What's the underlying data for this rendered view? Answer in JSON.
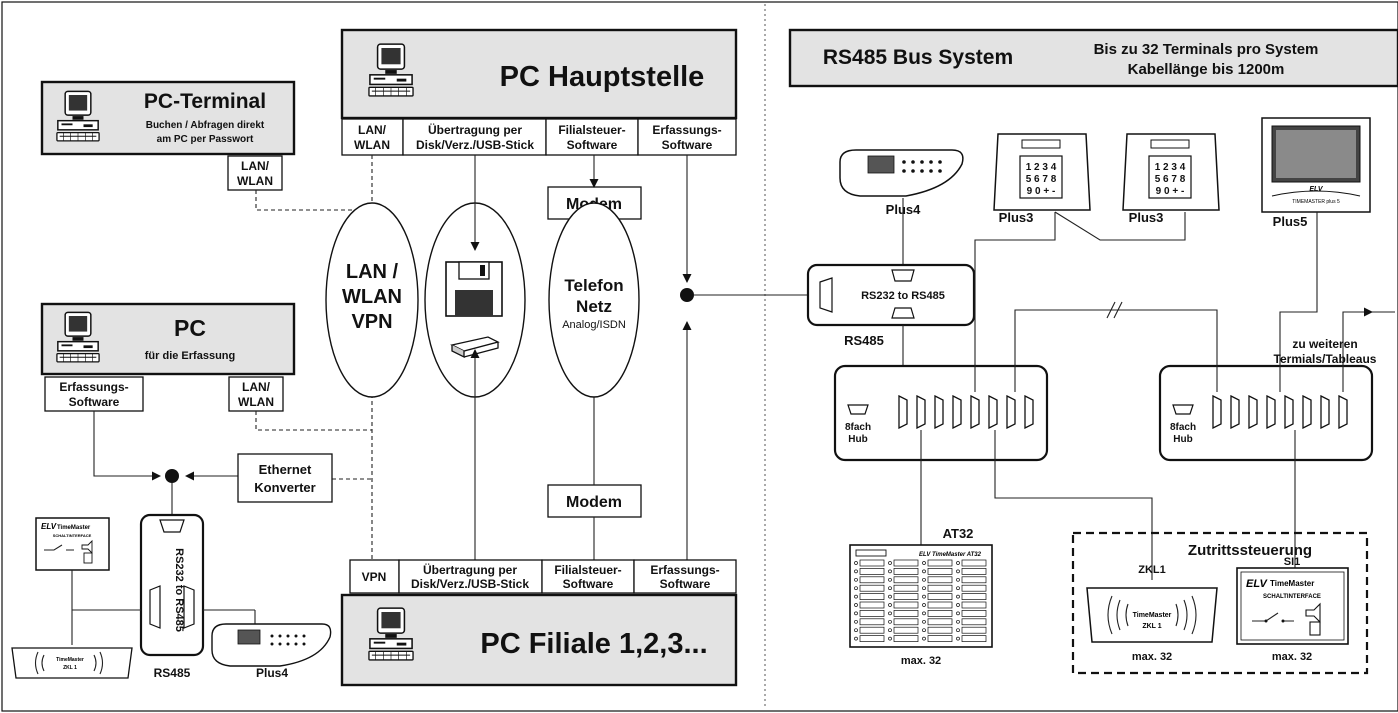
{
  "left": {
    "hauptstelle": {
      "title": "PC Hauptstelle",
      "cells": [
        [
          "LAN/",
          "WLAN"
        ],
        [
          "Übertragung per",
          "Disk/Verz./USB-Stick"
        ],
        [
          "Filialsteuer-",
          "Software"
        ],
        [
          "Erfassungs-",
          "Software"
        ]
      ]
    },
    "terminal": {
      "title": "PC-Terminal",
      "sub1": "Buchen / Abfragen direkt",
      "sub2": "am PC per Passwort",
      "lan": [
        "LAN/",
        "WLAN"
      ]
    },
    "pc_erfassung": {
      "title": "PC",
      "sub": "für die Erfassung",
      "left_cell": [
        "Erfassungs-",
        "Software"
      ],
      "right_cell": [
        "LAN/",
        "WLAN"
      ]
    },
    "modem_top": "Modem",
    "modem_bottom": "Modem",
    "ellipse_lan": [
      "LAN /",
      "WLAN",
      "VPN"
    ],
    "ellipse_tel": [
      "Telefon",
      "Netz",
      "Analog/ISDN"
    ],
    "ethernet": [
      "Ethernet",
      "Konverter"
    ],
    "filiale": {
      "title": "PC Filiale 1,2,3...",
      "cells": [
        [
          "VPN"
        ],
        [
          "Übertragung per",
          "Disk/Verz./USB-Stick"
        ],
        [
          "Filialsteuer-",
          "Software"
        ],
        [
          "Erfassungs-",
          "Software"
        ]
      ]
    },
    "converter_vertical": "RS232 to RS485",
    "rs485": "RS485",
    "plus4": "Plus4",
    "interface_brand": "ELV",
    "interface_name": "TimeMaster",
    "interface_sub": "SCHALTINTERFACE",
    "zkl_small": [
      "TimeMaster",
      "ZKL 1"
    ]
  },
  "right": {
    "header_title": "RS485 Bus System",
    "header_line1": "Bis zu 32 Terminals pro System",
    "header_line2": "Kabellänge bis 1200m",
    "plus4": "Plus4",
    "plus3a": "Plus3",
    "plus3b": "Plus3",
    "plus5": "Plus5",
    "plus5_brand": "ELV",
    "plus5_screen": "TIMEMASTER plus 5",
    "keypad": [
      "1 2 3 4",
      "5 6 7 8",
      "9 0 + -"
    ],
    "converter": "RS232 to RS485",
    "rs485": "RS485",
    "hub_label": [
      "8fach",
      "Hub"
    ],
    "further": [
      "zu weiteren",
      "Termials/Tableaus"
    ],
    "at32": "AT32",
    "at32_panel": "ELV TimeMaster AT32",
    "max32_a": "max. 32",
    "max32_b": "max. 32",
    "max32_c": "max. 32",
    "zutritt": "Zutrittssteuerung",
    "zkl1": "ZKL1",
    "si1": "SI1",
    "zkl_device": [
      "TimeMaster",
      "ZKL 1"
    ],
    "si_brand": "ELV",
    "si_name": "TimeMaster",
    "si_sub": "SCHALTINTERFACE"
  }
}
